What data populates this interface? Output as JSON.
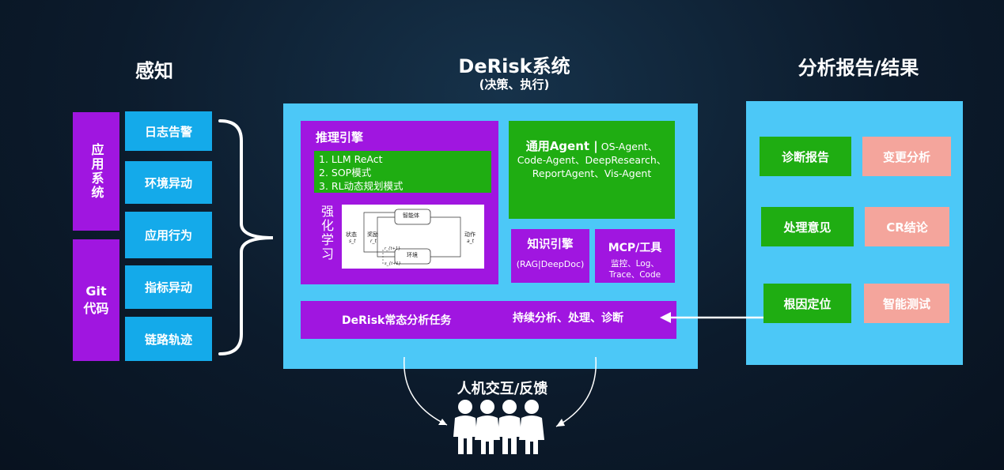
{
  "sections": {
    "perception_title": "感知",
    "system_title": "DeRisk系统",
    "system_subtitle": "(决策、执行)",
    "report_title": "分析报告/结果"
  },
  "perception": {
    "app_system": "应用系统",
    "git_code": "Git代码",
    "items": [
      "日志告警",
      "环境异动",
      "应用行为",
      "指标异动",
      "链路轨迹"
    ]
  },
  "reasoning": {
    "title": "推理引擎",
    "modes": [
      "1. LLM ReAct",
      "2. SOP模式",
      "3. RL动态规划模式"
    ],
    "rl_label": "强化学习",
    "rl_diagram": {
      "agent": "智能体",
      "env": "环境",
      "state": "状态",
      "state_sym": "s_t",
      "reward": "奖励",
      "reward_sym": "r_t",
      "action": "动作",
      "action_sym": "a_t",
      "next_reward": "r_{t+1}",
      "next_state": "s_{t+1}"
    }
  },
  "agent": {
    "title": "通用Agent |",
    "list_line1": "OS-Agent、",
    "list_line2": "Code-Agent、DeepResearch、",
    "list_line3": "ReportAgent、Vis-Agent"
  },
  "knowledge": {
    "title": "知识引擎",
    "desc": "(RAG|DeepDoc)"
  },
  "mcp": {
    "title": "MCP/工具",
    "line1": "监控、Log、",
    "line2": "Trace、Code"
  },
  "task_bar": {
    "left": "DeRisk常态分析任务",
    "right": "持续分析、处理、诊断"
  },
  "results": {
    "green": [
      "诊断报告",
      "处理意见",
      "根因定位"
    ],
    "pink": [
      "变更分析",
      "CR结论",
      "智能测试"
    ]
  },
  "feedback": {
    "label": "人机交互/反馈"
  },
  "colors": {
    "purple": "#a016e0",
    "cyan": "#14aaea",
    "green": "#1fad12",
    "pink": "#f4a59c",
    "panel": "#4cc8f7"
  }
}
